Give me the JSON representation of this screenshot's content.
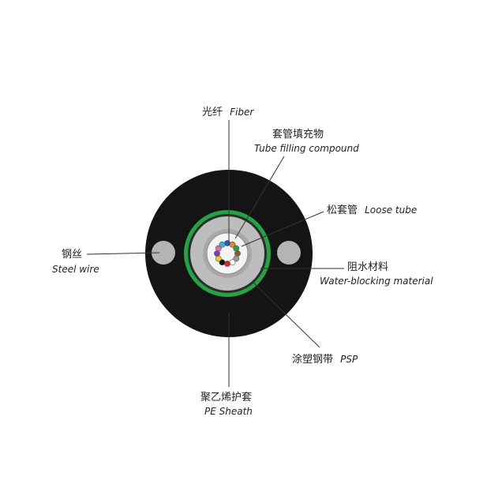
{
  "labels": {
    "fiber": {
      "cn": "光纤",
      "en": "Fiber"
    },
    "filling": {
      "cn": "套管填充物",
      "en": "Tube filling compound"
    },
    "loose_tube": {
      "cn": "松套管",
      "en": "Loose tube"
    },
    "steel_wire": {
      "cn": "钢丝",
      "en": "Steel wire"
    },
    "water_blocking": {
      "cn": "阻水材料",
      "en": "Water-blocking material"
    },
    "psp": {
      "cn": "涂塑钢带",
      "en": "PSP"
    },
    "sheath": {
      "cn": "聚乙烯护套",
      "en": "PE Sheath"
    }
  },
  "colors": {
    "sheath": "#141414",
    "steel_wire": "#b4b4b4",
    "psp_ring": "#22a344",
    "water_blocking": "#bdbdbd",
    "loose_tube": "#f4f4f4",
    "leader": "#333333"
  },
  "fiber_colors": [
    "#2a5bd7",
    "#e08a1e",
    "#2a9d4a",
    "#8b5a2b",
    "#9a9a9a",
    "#ffffff",
    "#d22",
    "#111",
    "#e4d21c",
    "#7a3fb0",
    "#e86aa7",
    "#35b6c8"
  ]
}
